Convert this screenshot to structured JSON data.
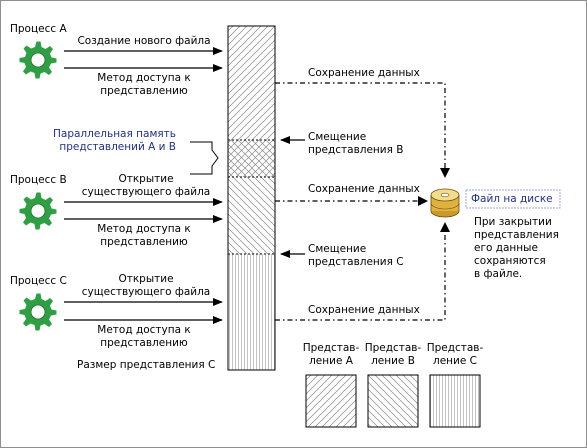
{
  "processes": [
    {
      "name": "Процесс A",
      "op1": "Создание нового файла",
      "op2": "Метод доступа к представлению"
    },
    {
      "name": "Процесс B",
      "op1": "Открытие существующего файла",
      "op2": "Метод доступа к представлению"
    },
    {
      "name": "Процесс C",
      "op1": "Открытие существующего файла",
      "op2": "Метод доступа к представлению"
    }
  ],
  "labels": {
    "shared_memory_1": "Параллельная память",
    "shared_memory_2": "представлений A и B",
    "save_data": "Сохранение данных",
    "offset_b_1": "Смещение",
    "offset_b_2": "представления B",
    "offset_c_1": "Смещение",
    "offset_c_2": "представления C",
    "view_size_c": "Размер представления C",
    "file_on_disk": "Файл на диске",
    "note_1": "При закрытии",
    "note_2": "представления",
    "note_3": "его данные",
    "note_4": "сохраняются",
    "note_5": "в файле."
  },
  "legend": [
    {
      "line1": "Представ-",
      "line2": "ление A",
      "pattern": "diag-ne"
    },
    {
      "line1": "Представ-",
      "line2": "ление B",
      "pattern": "diag-nw"
    },
    {
      "line1": "Представ-",
      "line2": "ление C",
      "pattern": "vertical"
    }
  ],
  "colors": {
    "gear": "#2ea043",
    "accent_text": "#1f2f8f",
    "line": "#000000"
  },
  "icons": {
    "process": "gear-icon",
    "disk": "disk-icon"
  }
}
